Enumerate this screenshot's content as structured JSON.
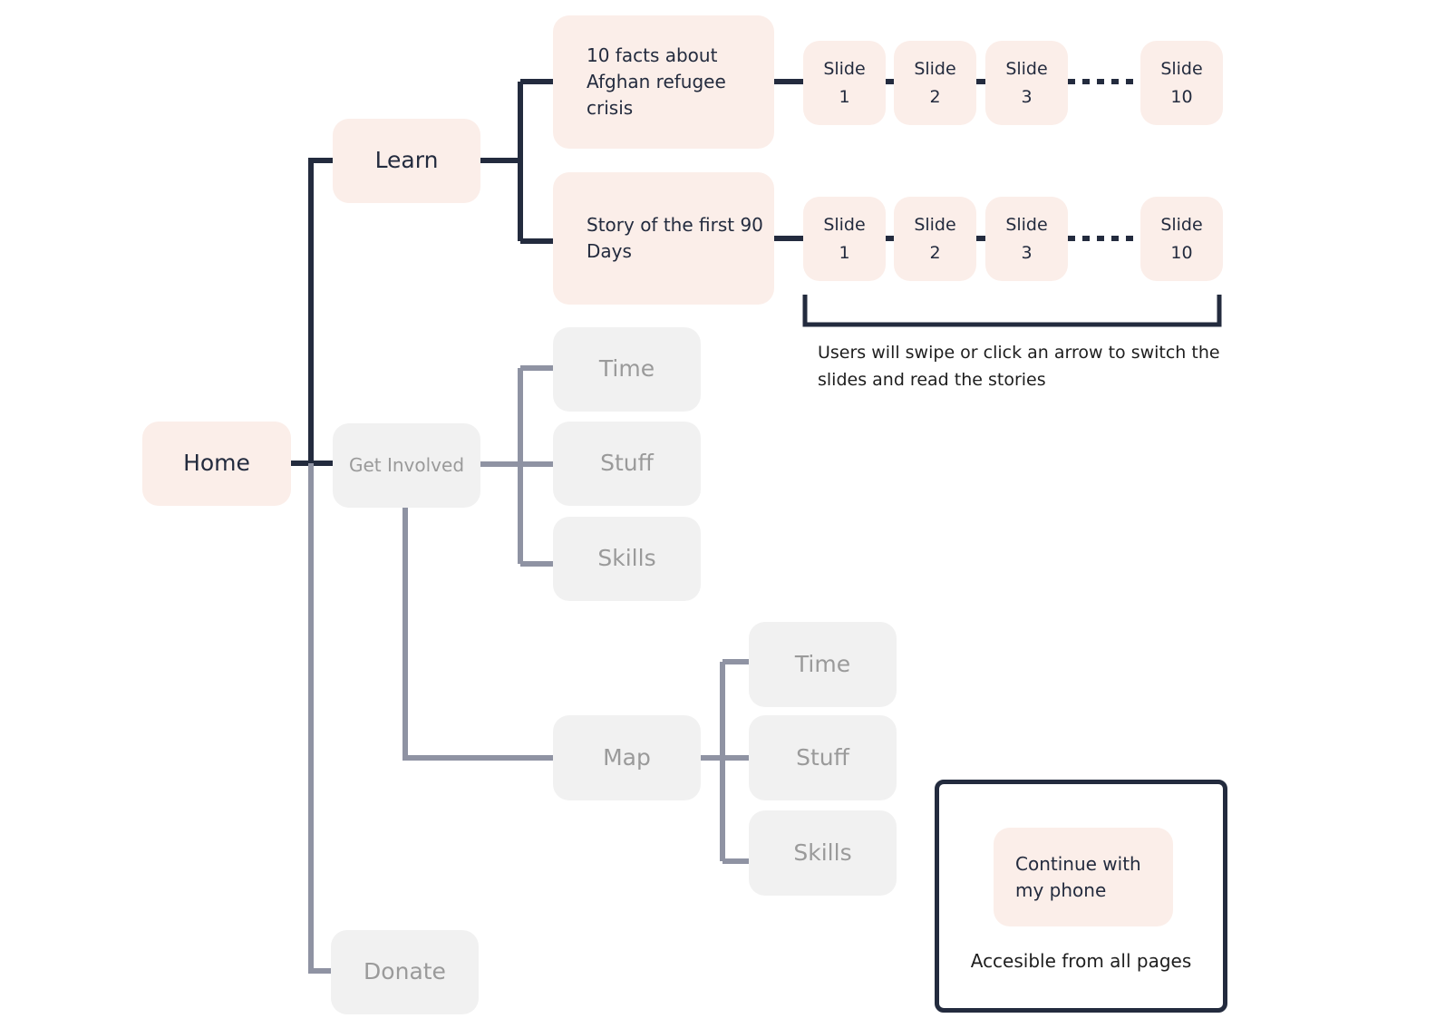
{
  "colors": {
    "dark_line": "#232b3e",
    "grey_line": "#8f93a3",
    "pink_node": "#fbeee9",
    "grey_node": "#f1f1f1"
  },
  "nodes": {
    "home": "Home",
    "learn": "Learn",
    "get_involved": "Get Involved",
    "donate": "Donate",
    "facts": "10 facts about Afghan refugee crisis",
    "story": "Story of the first 90 Days",
    "gi_time": "Time",
    "gi_stuff": "Stuff",
    "gi_skills": "Skills",
    "map": "Map",
    "map_time": "Time",
    "map_stuff": "Stuff",
    "map_skills": "Skills"
  },
  "slides": {
    "word": "Slide",
    "numbers": [
      "1",
      "2",
      "3",
      "10"
    ]
  },
  "notes": {
    "swipe": "Users will swipe or click an arrow to switch the slides and read the stories",
    "continue_button": "Continue with my phone",
    "accessible": "Accesible from all pages"
  }
}
